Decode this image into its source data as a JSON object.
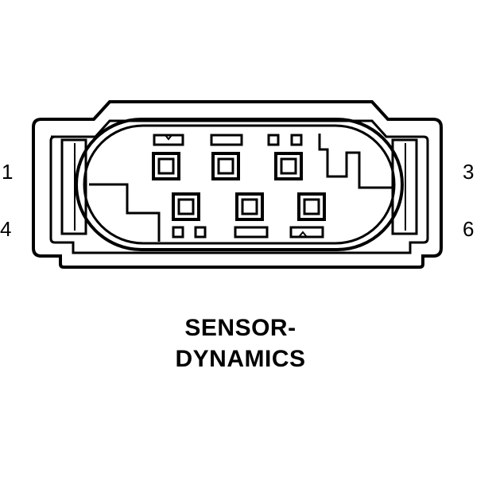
{
  "pin_labels": {
    "pin_1": "1",
    "pin_3": "3",
    "pin_4": "4",
    "pin_6": "6"
  },
  "caption": {
    "line_1": "SENSOR-",
    "line_2": "DYNAMICS"
  },
  "colors": {
    "line": "#000000",
    "background": "#ffffff"
  }
}
